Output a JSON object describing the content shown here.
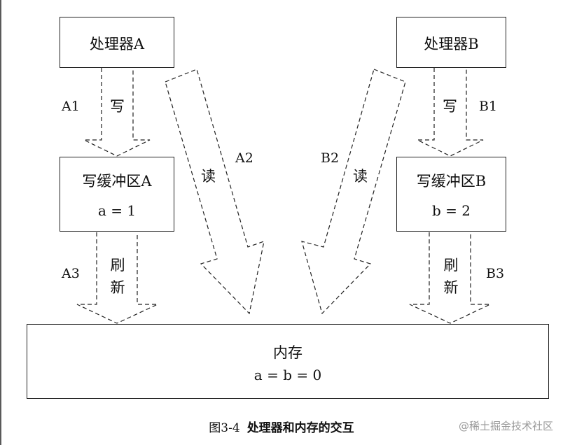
{
  "processor_a": {
    "title": "处理器A"
  },
  "processor_b": {
    "title": "处理器B"
  },
  "buffer_a": {
    "title": "写缓冲区A",
    "value": "a = 1"
  },
  "buffer_b": {
    "title": "写缓冲区B",
    "value": "b = 2"
  },
  "memory": {
    "title": "内存",
    "value": "a = b = 0"
  },
  "arrows": {
    "a1": {
      "id": "A1",
      "action": "写"
    },
    "b1": {
      "id": "B1",
      "action": "写"
    },
    "a2": {
      "id": "A2",
      "action": "读"
    },
    "b2": {
      "id": "B2",
      "action": "读"
    },
    "a3": {
      "id": "A3",
      "action_1": "刷",
      "action_2": "新"
    },
    "b3": {
      "id": "B3",
      "action_1": "刷",
      "action_2": "新"
    }
  },
  "caption": {
    "number": "图3-4",
    "text": "处理器和内存的交互"
  },
  "watermark": "@稀土掘金技术社区",
  "colors": {
    "line": "#222222",
    "background": "#ffffff",
    "watermark": "#9a9a9a"
  }
}
